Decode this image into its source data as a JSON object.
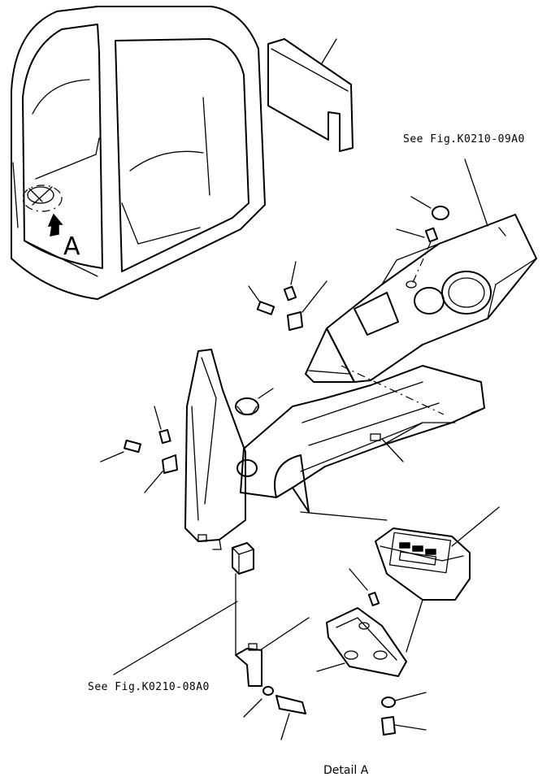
{
  "labels": {
    "ref_top": "See Fig.K0210-09A0",
    "ref_bottom": "See Fig.K0210-08A0",
    "detail": "Detail A",
    "view_letter": "A"
  }
}
